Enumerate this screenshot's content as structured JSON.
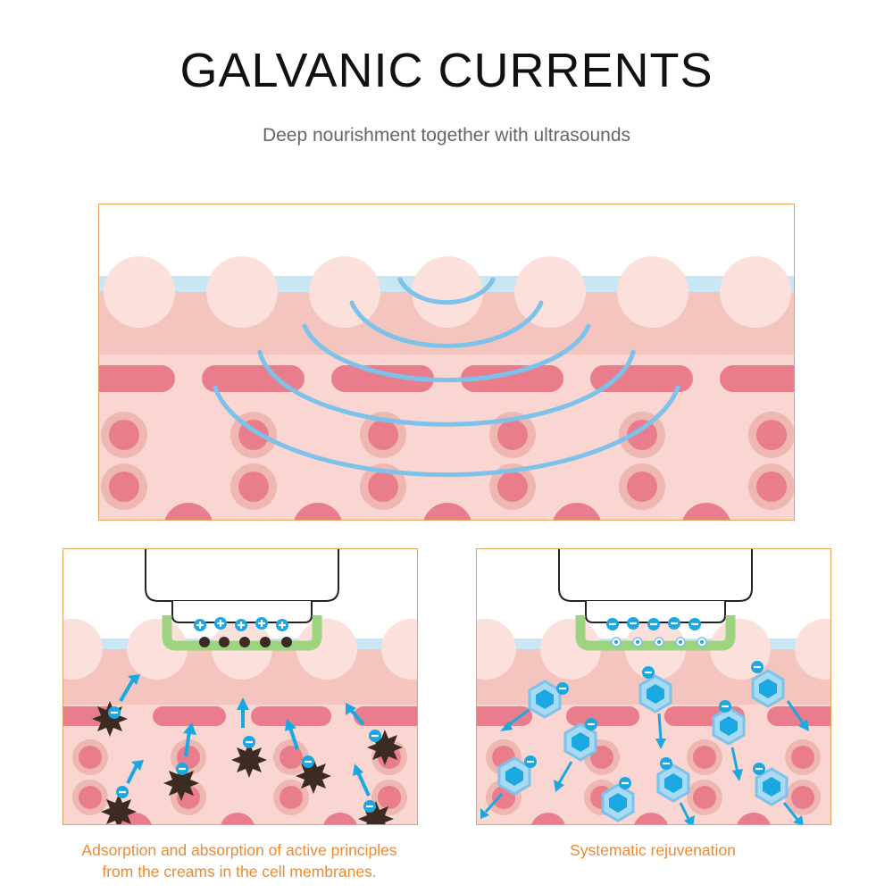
{
  "header": {
    "title": "GALVANIC CURRENTS",
    "subtitle": "Deep nourishment together with ultrasounds"
  },
  "captions": {
    "left_line1": "Adsorption and absorption of active principles",
    "left_line2": "from the creams in the cell membranes.",
    "right": "Systematic rejuvenation"
  },
  "colors": {
    "frame": "#e8a35a",
    "caption": "#ee8a2c",
    "skin_top": "#f4c4be",
    "skin_bottom": "#f9d6d2",
    "cell": "#e97d8c",
    "wave": "#7cc2ea",
    "electrode": "#9ed37f",
    "molecule": "#1ba8e0"
  },
  "icons": {
    "positive_charge": "plus-icon",
    "negative_charge": "minus-icon",
    "arrow": "arrow-icon"
  },
  "panels": {
    "top": "ultrasound-wave-diagram",
    "left": "positive-electrode-diagram",
    "right": "negative-electrode-diagram"
  }
}
